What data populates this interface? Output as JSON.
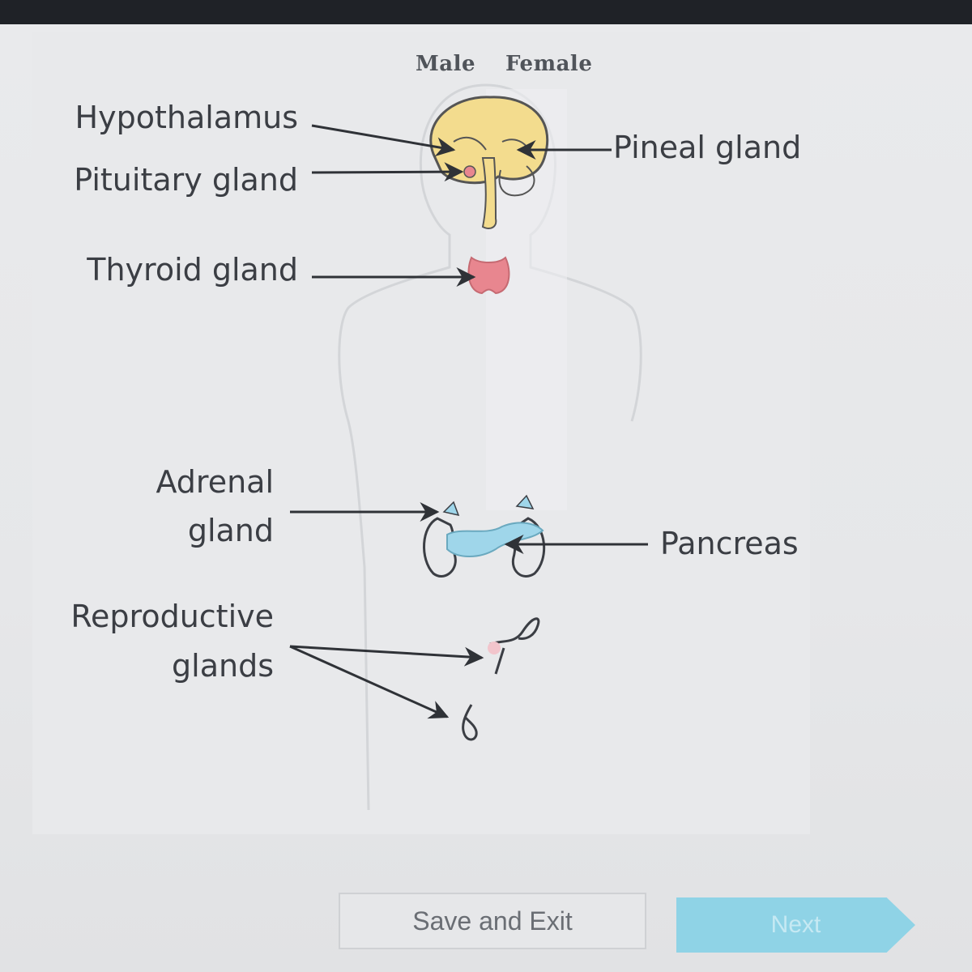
{
  "diagram": {
    "sex_labels": {
      "male": "Male",
      "female": "Female"
    },
    "labels": {
      "hypothalamus": "Hypothalamus",
      "pituitary": "Pituitary gland",
      "thyroid": "Thyroid gland",
      "pineal": "Pineal gland",
      "adrenal_line1": "Adrenal",
      "adrenal_line2": "gland",
      "pancreas": "Pancreas",
      "reproductive_line1": "Reproductive",
      "reproductive_line2": "glands"
    },
    "colors": {
      "brain": "#f3dc8e",
      "thyroid": "#e8868f",
      "pancreas": "#9fd6ea",
      "body_outline": "#d8d9dc",
      "arrow": "#2f3237"
    }
  },
  "buttons": {
    "save_exit": "Save and Exit",
    "next": "Next"
  }
}
